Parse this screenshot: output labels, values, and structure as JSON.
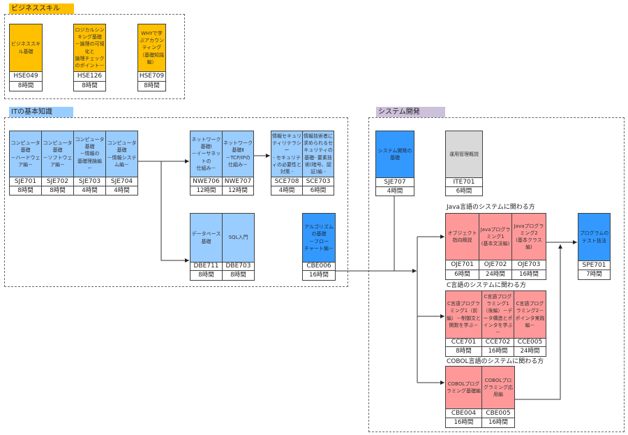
{
  "colors": {
    "orange": "#FFC000",
    "light-blue": "#99CCFF",
    "blue": "#3399FF",
    "gray": "#D9D9D9",
    "pink": "#FF9999",
    "lavender": "#CCC0DA"
  },
  "business": {
    "label": "ビジネススキル",
    "label_color": "orange",
    "courses": [
      {
        "title": "ビジネススキル基礎",
        "code": "HSE049",
        "hours": "8時間",
        "color": "orange"
      },
      {
        "title": "ロジカルシンキング基礎\n－論理の可視化と\n論理チェックのポイント－",
        "code": "HSE126",
        "hours": "8時間",
        "color": "orange"
      },
      {
        "title": "WHYで学ぶアカウンティング\n（基礎知識編）",
        "code": "HSE709",
        "hours": "8時間",
        "color": "orange"
      }
    ]
  },
  "it": {
    "label": "ITの基本知識",
    "label_color": "light-blue",
    "courses": [
      {
        "title": "コンピュータ基礎\n－ハードウェア編－",
        "code": "SJE701",
        "hours": "8時間",
        "color": "light-blue"
      },
      {
        "title": "コンピュータ基礎\n－ソフトウェア編－",
        "code": "SJE702",
        "hours": "8時間",
        "color": "light-blue"
      },
      {
        "title": "コンピュータ基礎\n－情報の\n基礎理論編\n－",
        "code": "SJE703",
        "hours": "4時間",
        "color": "light-blue"
      },
      {
        "title": "コンピュータ基礎\n－情報システム編－",
        "code": "SJE704",
        "hours": "4時間",
        "color": "light-blue"
      },
      {
        "title": "ネットワーク基礎Ⅰ\n－イーサネットの\n仕組み－",
        "code": "NWE706",
        "hours": "12時間",
        "color": "light-blue"
      },
      {
        "title": "ネットワーク基礎Ⅱ\n－TCP/IPの\n仕組み－",
        "code": "NWE707",
        "hours": "12時間",
        "color": "light-blue"
      },
      {
        "title": "情報セキュリティリテラシー\n- セキュリティの必要性と対策 -",
        "code": "SCE708",
        "hours": "4時間",
        "color": "light-blue"
      },
      {
        "title": "情報技術者に求められるセキュリティの基礎- 要素技術(暗号、認証)編 -",
        "code": "SCE703",
        "hours": "6時間",
        "color": "light-blue"
      },
      {
        "title": "データベース基礎",
        "code": "DBE711",
        "hours": "8時間",
        "color": "light-blue"
      },
      {
        "title": "SQL入門",
        "code": "DBE703",
        "hours": "8時間",
        "color": "light-blue"
      },
      {
        "title": "アルゴリズムの基礎\n－フロー\nチャート編－",
        "code": "CBE006",
        "hours": "16時間",
        "color": "blue"
      }
    ]
  },
  "sysdev": {
    "label": "システム開発",
    "label_color": "lavender",
    "courses": [
      {
        "title": "システム開発の基礎",
        "code": "SJE707",
        "hours": "4時間",
        "color": "blue"
      },
      {
        "title": "運用管理概説",
        "code": "ITE701",
        "hours": "6時間",
        "color": "gray"
      },
      {
        "title": "プログラムのテスト技法",
        "code": "SPE701",
        "hours": "7時間",
        "color": "blue"
      }
    ],
    "groups": [
      {
        "label": "Java言語のシステムに関わる方",
        "courses": [
          {
            "title": "オブジェクト指向概説",
            "code": "OJE701",
            "hours": "6時間",
            "color": "pink"
          },
          {
            "title": "Javaプログラミング1\n(基本文法編)",
            "code": "OJE702",
            "hours": "24時間",
            "color": "pink"
          },
          {
            "title": "Javaプログラミング2\n(基本クラス編)",
            "code": "OJE703",
            "hours": "16時間",
            "color": "pink"
          }
        ]
      },
      {
        "label": "C言語のシステムに関わる方",
        "courses": [
          {
            "title": "C言語プログラミング1（前編）－制御文と関数を学ぶ－",
            "code": "CCE701",
            "hours": "8時間",
            "color": "pink"
          },
          {
            "title": "C言語プログラミング1（後編）－データ構造とポインタを学ぶ－",
            "code": "CCE702",
            "hours": "16時間",
            "color": "pink"
          },
          {
            "title": "C言語プログラミング2－ポインタ実践編－",
            "code": "CCE005",
            "hours": "24時間",
            "color": "pink"
          }
        ]
      },
      {
        "label": "COBOL言語のシステムに関わる方",
        "courses": [
          {
            "title": "COBOLプログラミング基礎編",
            "code": "CBE004",
            "hours": "16時間",
            "color": "pink"
          },
          {
            "title": "COBOLプログラミング応用編",
            "code": "CBE005",
            "hours": "16時間",
            "color": "pink"
          }
        ]
      }
    ]
  }
}
